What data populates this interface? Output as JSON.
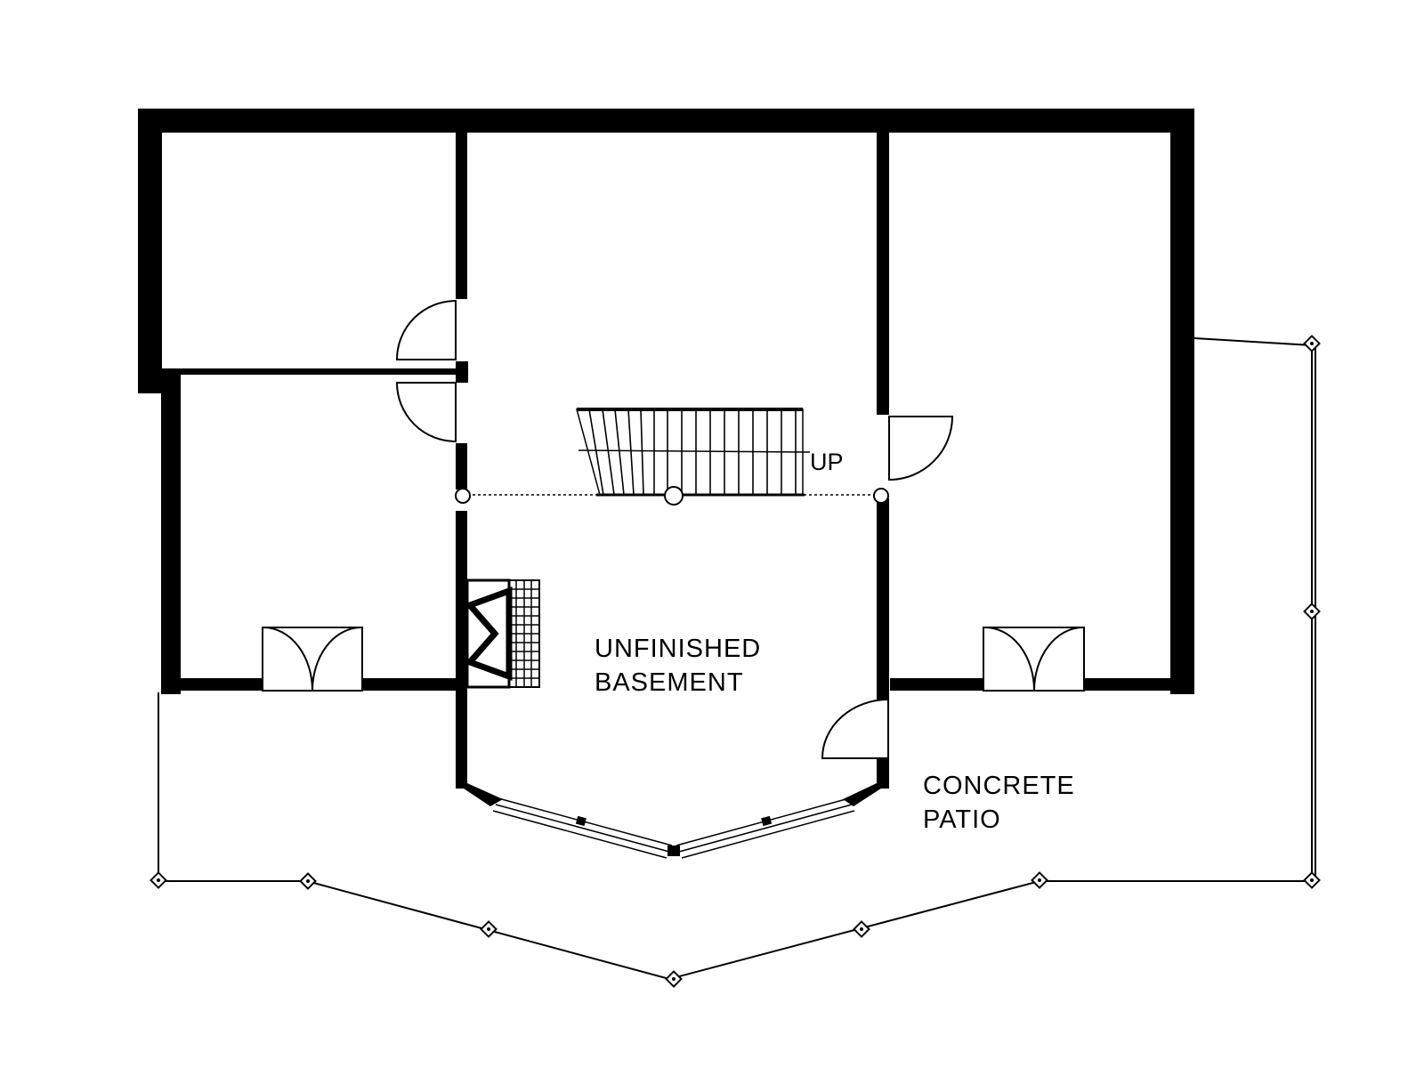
{
  "labels": {
    "stair_up": "UP",
    "basement_line1": "UNFINISHED",
    "basement_line2": "BASEMENT",
    "patio_line1": "CONCRETE",
    "patio_line2": "PATIO"
  },
  "colors": {
    "ink": "#000000",
    "paper": "#ffffff"
  }
}
